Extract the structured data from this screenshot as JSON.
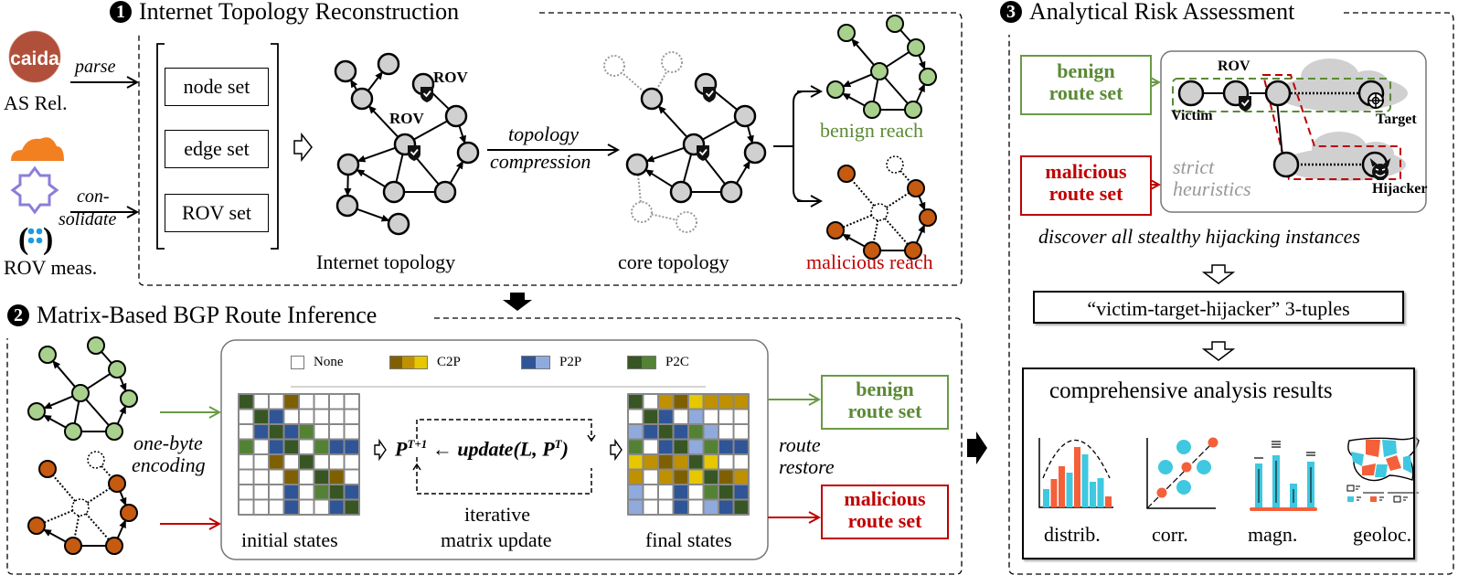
{
  "section1": {
    "number": "1",
    "title": "Internet Topology Reconstruction",
    "sources": {
      "caida_label": "AS Rel.",
      "rov_label": "ROV meas.",
      "parse": "parse",
      "consolidate_line1": "con-",
      "consolidate_line2": "solidate"
    },
    "sets": [
      "node set",
      "edge set",
      "ROV set"
    ],
    "rov_tag": "ROV",
    "internet_topology": "Internet topology",
    "compression_line1": "topology",
    "compression_line2": "compression",
    "core_topology": "core topology",
    "benign_reach": "benign reach",
    "malicious_reach": "malicious reach"
  },
  "section2": {
    "number": "2",
    "title": "Matrix-Based BGP Route Inference",
    "encoding_line1": "one-byte",
    "encoding_line2": "encoding",
    "legend": [
      {
        "label": "None",
        "colors": [
          "#ffffff"
        ]
      },
      {
        "label": "C2P",
        "colors": [
          "#7f6000",
          "#bf9000",
          "#e6c700"
        ]
      },
      {
        "label": "P2P",
        "colors": [
          "#2f5597",
          "#8faadc"
        ]
      },
      {
        "label": "P2C",
        "colors": [
          "#375623",
          "#548235"
        ]
      }
    ],
    "palette": {
      "W": "#ffffff",
      "DG": "#375623",
      "LG": "#548235",
      "B": "#2f5597",
      "LB": "#8faadc",
      "BR": "#7f6000",
      "GO": "#bf9000",
      "YE": "#e6c700"
    },
    "initial_matrix": [
      [
        "DG",
        "W",
        "W",
        "BR",
        "W",
        "W",
        "W",
        "W"
      ],
      [
        "W",
        "DG",
        "B",
        "W",
        "W",
        "W",
        "W",
        "W"
      ],
      [
        "W",
        "B",
        "DG",
        "B",
        "LG",
        "W",
        "W",
        "W"
      ],
      [
        "LG",
        "W",
        "B",
        "DG",
        "W",
        "LG",
        "B",
        "B"
      ],
      [
        "W",
        "W",
        "BR",
        "W",
        "DG",
        "W",
        "W",
        "W"
      ],
      [
        "W",
        "W",
        "W",
        "BR",
        "W",
        "DG",
        "BR",
        "W"
      ],
      [
        "W",
        "W",
        "W",
        "B",
        "W",
        "LG",
        "DG",
        "B"
      ],
      [
        "W",
        "W",
        "W",
        "B",
        "W",
        "W",
        "B",
        "DG"
      ]
    ],
    "final_matrix": [
      [
        "DG",
        "W",
        "GO",
        "BR",
        "YE",
        "GO",
        "GO",
        "GO"
      ],
      [
        "W",
        "DG",
        "B",
        "W",
        "LB",
        "W",
        "W",
        "W"
      ],
      [
        "LB",
        "B",
        "DG",
        "B",
        "LG",
        "LB",
        "W",
        "W"
      ],
      [
        "LG",
        "W",
        "B",
        "DG",
        "LB",
        "LG",
        "B",
        "B"
      ],
      [
        "YE",
        "GO",
        "BR",
        "GO",
        "DG",
        "YE",
        "W",
        "W"
      ],
      [
        "GO",
        "W",
        "GO",
        "BR",
        "YE",
        "DG",
        "BR",
        "GO"
      ],
      [
        "LB",
        "W",
        "W",
        "B",
        "W",
        "LG",
        "DG",
        "B"
      ],
      [
        "LB",
        "W",
        "W",
        "B",
        "W",
        "LB",
        "B",
        "DG"
      ]
    ],
    "initial_states": "initial states",
    "formula_lhs": "P",
    "formula_lhs_sup": "T+1",
    "formula_arrow": "←",
    "formula_fn": "update",
    "formula_args_a": "(L, P",
    "formula_args_sup": "T",
    "formula_args_b": ")",
    "iterative_line1": "iterative",
    "iterative_line2": "matrix update",
    "final_states": "final states",
    "restore_line1": "route",
    "restore_line2": "restore",
    "benign_route_line1": "benign",
    "benign_route_line2": "route set",
    "malicious_route_line1": "malicious",
    "malicious_route_line2": "route set"
  },
  "section3": {
    "number": "3",
    "title": "Analytical Risk Assessment",
    "benign_route_line1": "benign",
    "benign_route_line2": "route set",
    "malicious_route_line1": "malicious",
    "malicious_route_line2": "route set",
    "rov": "ROV",
    "victim": "Victim",
    "target": "Target",
    "hijacker": "Hijacker",
    "strict_line1": "strict",
    "strict_line2": "heuristics",
    "discover": "discover all stealthy hijacking instances",
    "tuples": "“victim-target-hijacker” 3-tuples",
    "results_title": "comprehensive analysis results",
    "results": [
      "distrib.",
      "corr.",
      "magn.",
      "geoloc."
    ]
  },
  "colors": {
    "benign": "#5b8a35",
    "malicious": "#c00000",
    "node_grey": "#d0d0d0",
    "node_green": "#a9d18e",
    "node_orange": "#c55a11",
    "chart_cyan": "#3fc8e0",
    "chart_orange": "#f4603a"
  }
}
